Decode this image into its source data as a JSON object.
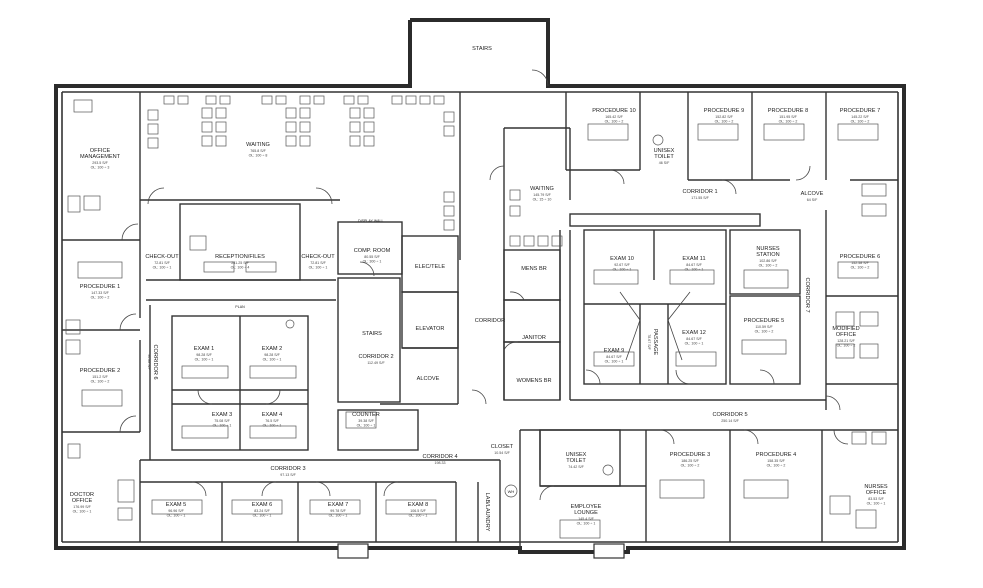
{
  "rooms": [
    {
      "id": "stairs-top",
      "name": "STAIRS",
      "lines": []
    },
    {
      "id": "office-management",
      "name": "OFFICE\nMANAGEMENT",
      "lines": [
        "293.5 S/F",
        "OL: 100 ÷ 3"
      ]
    },
    {
      "id": "waiting-main",
      "name": "WAITING",
      "lines": [
        "765.8 S/F",
        "OL: 100 ÷ 8"
      ]
    },
    {
      "id": "check-out-1",
      "name": "CHECK-OUT",
      "lines": [
        "72.81 S/F",
        "OL: 100 ÷ 1"
      ]
    },
    {
      "id": "reception",
      "name": "RECEPTION/FILES",
      "lines": [
        "281.25 S/F",
        "OL: 100 ÷ 4"
      ]
    },
    {
      "id": "check-out-2",
      "name": "CHECK-OUT",
      "lines": [
        "72.81 S/F",
        "OL: 100 ÷ 1"
      ]
    },
    {
      "id": "comp-room",
      "name": "COMP. ROOM",
      "lines": [
        "80.55 S/F",
        "OL: 300 ÷ 1"
      ]
    },
    {
      "id": "elec-tele",
      "name": "ELEC/TELE",
      "lines": []
    },
    {
      "id": "elevator",
      "name": "ELEVATOR",
      "lines": []
    },
    {
      "id": "stairs-mid",
      "name": "STAIRS",
      "lines": []
    },
    {
      "id": "corridor-2",
      "name": "CORRIDOR 2",
      "lines": [
        "112.49 S/F"
      ]
    },
    {
      "id": "alcove-1",
      "name": "ALCOVE",
      "lines": []
    },
    {
      "id": "corridor",
      "name": "CORRIDOR",
      "lines": []
    },
    {
      "id": "waiting-2",
      "name": "WAITING",
      "lines": [
        "145.79 S/F",
        "OL: 15 ÷ 10"
      ]
    },
    {
      "id": "mens-br",
      "name": "MENS BR",
      "lines": []
    },
    {
      "id": "janitor",
      "name": "JANITOR",
      "lines": []
    },
    {
      "id": "womens-br",
      "name": "WOMENS BR",
      "lines": []
    },
    {
      "id": "procedure-10",
      "name": "PROCEDURE 10",
      "lines": [
        "165.42 S/F",
        "OL: 100 ÷ 2"
      ]
    },
    {
      "id": "unisex-toilet-1",
      "name": "UNISEX\nTOILET",
      "lines": [
        "46 S/F"
      ]
    },
    {
      "id": "procedure-9",
      "name": "PROCEDURE 9",
      "lines": [
        "152.82 S/F",
        "OL: 100 ÷ 2"
      ]
    },
    {
      "id": "procedure-8",
      "name": "PROCEDURE 8",
      "lines": [
        "151.95 S/F",
        "OL: 100 ÷ 2"
      ]
    },
    {
      "id": "procedure-7",
      "name": "PROCEDURE 7",
      "lines": [
        "145.22 S/F",
        "OL: 100 ÷ 2"
      ]
    },
    {
      "id": "corridor-1",
      "name": "CORRIDOR 1",
      "lines": [
        "171.55 S/F"
      ]
    },
    {
      "id": "alcove-2",
      "name": "ALCOVE",
      "lines": [
        "64 S/F"
      ]
    },
    {
      "id": "exam-10",
      "name": "EXAM 10",
      "lines": [
        "92.67 S/F",
        "OL: 100 ÷ 1"
      ]
    },
    {
      "id": "exam-11",
      "name": "EXAM 11",
      "lines": [
        "84.67 S/F",
        "OL: 100 ÷ 1"
      ]
    },
    {
      "id": "nurses-station",
      "name": "NURSES\nSTATION",
      "lines": [
        "102.86 S/F",
        "OL: 100 ÷ 2"
      ]
    },
    {
      "id": "procedure-6",
      "name": "PROCEDURE 6",
      "lines": [
        "152.58 S/F",
        "OL: 100 ÷ 2"
      ]
    },
    {
      "id": "corridor-7",
      "name": "CORRIDOR 7",
      "lines": []
    },
    {
      "id": "exam-9",
      "name": "EXAM 9",
      "lines": [
        "84.67 S/F",
        "OL: 100 ÷ 1"
      ]
    },
    {
      "id": "passage",
      "name": "PASSAGE",
      "lines": [
        "78.67 S/F"
      ]
    },
    {
      "id": "exam-12",
      "name": "EXAM 12",
      "lines": [
        "84.67 S/F",
        "OL: 100 ÷ 1"
      ]
    },
    {
      "id": "procedure-5",
      "name": "PROCEDURE 5",
      "lines": [
        "110.59 S/F",
        "OL: 100 ÷ 2"
      ]
    },
    {
      "id": "modified-office",
      "name": "MODIFIED\nOFFICE",
      "lines": [
        "128.21 S/F",
        "OL: 100 ÷ 2"
      ]
    },
    {
      "id": "procedure-1",
      "name": "PROCEDURE 1",
      "lines": [
        "147.33 S/F",
        "OL: 100 ÷ 2"
      ]
    },
    {
      "id": "corridor-6",
      "name": "CORRIDOR 6",
      "lines": [
        "90.88 S/F"
      ]
    },
    {
      "id": "procedure-2",
      "name": "PROCEDURE 2",
      "lines": [
        "151.2 S/F",
        "OL: 100 ÷ 2"
      ]
    },
    {
      "id": "exam-1",
      "name": "EXAM 1",
      "lines": [
        "98.28 S/F",
        "OL: 100 ÷ 1"
      ]
    },
    {
      "id": "exam-2",
      "name": "EXAM 2",
      "lines": [
        "98.28 S/F",
        "OL: 100 ÷ 1"
      ]
    },
    {
      "id": "exam-3",
      "name": "EXAM 3",
      "lines": [
        "75.08 S/F",
        "OL: 100 ÷ 1"
      ]
    },
    {
      "id": "exam-4",
      "name": "EXAM 4",
      "lines": [
        "76.5 S/F",
        "OL: 100 ÷ 1"
      ]
    },
    {
      "id": "counter",
      "name": "COUNTER",
      "lines": [
        "39.38 S/F",
        "OL: 100 ÷ 1"
      ]
    },
    {
      "id": "corridor-5",
      "name": "CORRIDOR 5",
      "lines": [
        "250.14 S/F"
      ]
    },
    {
      "id": "closet",
      "name": "CLOSET",
      "lines": [
        "10.54 S/F"
      ]
    },
    {
      "id": "unisex-toilet-2",
      "name": "UNISEX\nTOILET",
      "lines": [
        "74.42 S/F"
      ]
    },
    {
      "id": "procedure-3",
      "name": "PROCEDURE 3",
      "lines": [
        "186.25 S/F",
        "OL: 100 ÷ 2"
      ]
    },
    {
      "id": "procedure-4",
      "name": "PROCEDURE 4",
      "lines": [
        "158.35 S/F",
        "OL: 100 ÷ 2"
      ]
    },
    {
      "id": "nurses-office",
      "name": "NURSES\nOFFICE",
      "lines": [
        "83.53 S/F",
        "OL: 100 ÷ 1"
      ]
    },
    {
      "id": "corridor-4",
      "name": "CORRIDOR 4",
      "lines": [
        "198.33"
      ]
    },
    {
      "id": "corridor-3",
      "name": "CORRIDOR 3",
      "lines": [
        "97.13 S/F"
      ]
    },
    {
      "id": "doctor-office",
      "name": "DOCTOR\nOFFICE",
      "lines": [
        "176.99 S/F",
        "OL: 100 ÷ 1"
      ]
    },
    {
      "id": "exam-5",
      "name": "EXAM 5",
      "lines": [
        "96.96 S/F",
        "OL: 100 ÷ 1"
      ]
    },
    {
      "id": "exam-6",
      "name": "EXAM 6",
      "lines": [
        "83.24 S/F",
        "OL: 100 ÷ 1"
      ]
    },
    {
      "id": "exam-7",
      "name": "EXAM 7",
      "lines": [
        "99.78 S/F",
        "OL: 100 ÷ 1"
      ]
    },
    {
      "id": "exam-8",
      "name": "EXAM 8",
      "lines": [
        "106.5 S/F",
        "OL: 100 ÷ 1"
      ]
    },
    {
      "id": "lab-laundry",
      "name": "LAB/LAUNDRY",
      "lines": []
    },
    {
      "id": "employee-lounge",
      "name": "EMPLOYEE\nLOUNGE",
      "lines": [
        "145.4 S/F",
        "OL: 100 ÷ 1"
      ]
    }
  ],
  "misc": {
    "display_wall": "DISPLAY WALL",
    "plan_tag": "PLAN",
    "wh": "WH"
  }
}
